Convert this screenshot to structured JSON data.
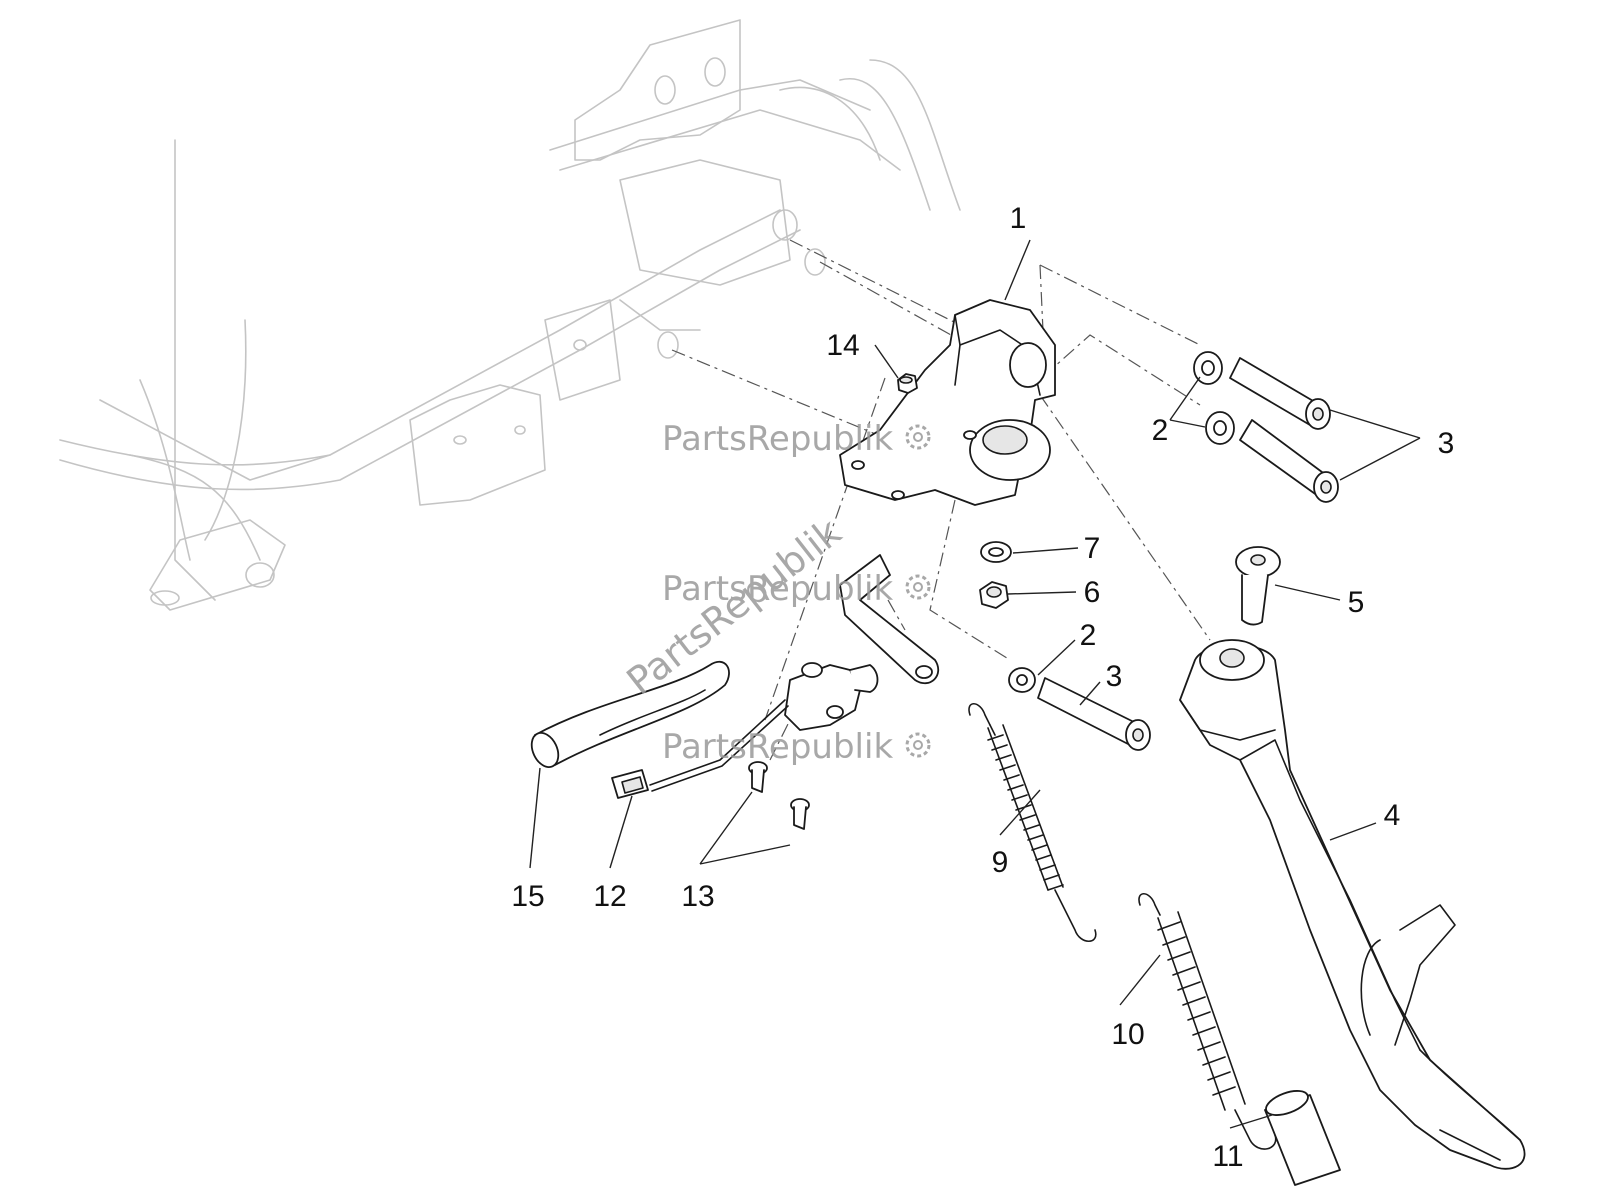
{
  "callouts": [
    {
      "id": "c1",
      "label": "1"
    },
    {
      "id": "c2a",
      "label": "2"
    },
    {
      "id": "c2b",
      "label": "2"
    },
    {
      "id": "c3a",
      "label": "3"
    },
    {
      "id": "c3b",
      "label": "3"
    },
    {
      "id": "c4",
      "label": "4"
    },
    {
      "id": "c5",
      "label": "5"
    },
    {
      "id": "c6",
      "label": "6"
    },
    {
      "id": "c7",
      "label": "7"
    },
    {
      "id": "c9",
      "label": "9"
    },
    {
      "id": "c10",
      "label": "10"
    },
    {
      "id": "c11",
      "label": "11"
    },
    {
      "id": "c12",
      "label": "12"
    },
    {
      "id": "c13",
      "label": "13"
    },
    {
      "id": "c14",
      "label": "14"
    },
    {
      "id": "c15",
      "label": "15"
    }
  ],
  "watermark": {
    "text": "PartsRepublik",
    "icon": "gear-icon"
  },
  "colors": {
    "background": "#ffffff",
    "frame_ghost": "#c4c4c4",
    "line_art": "#1a1a1a",
    "watermark": "#9a9a9a"
  }
}
